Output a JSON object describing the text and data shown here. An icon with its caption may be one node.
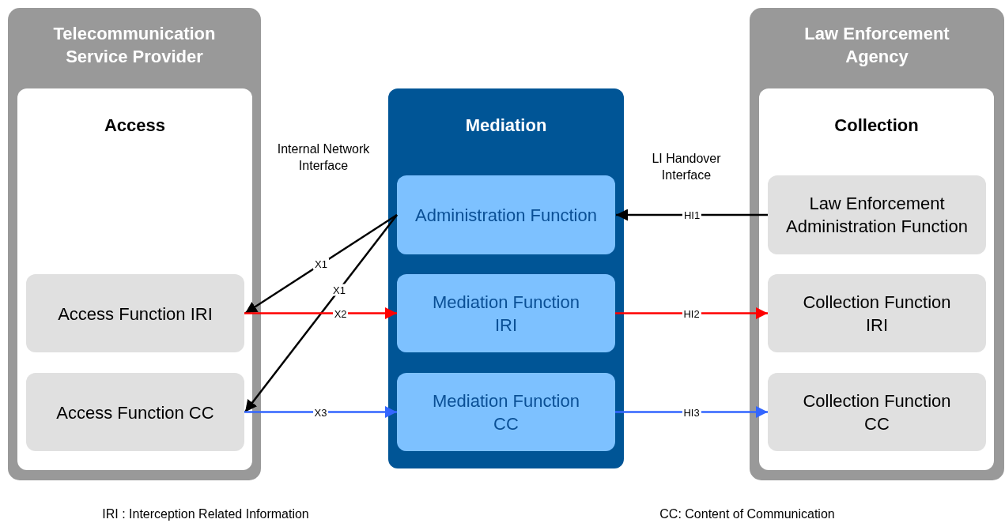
{
  "diagram": {
    "nodes": [
      {
        "text": [
          "Telecommunication Service Provider"
        ]
      },
      {
        "text": [
          "Access"
        ],
        "in": 0
      },
      {
        "text": [
          "Access Function IRI"
        ],
        "in": 1
      },
      {
        "text": [
          "Access Function CC"
        ],
        "in": 1
      },
      {
        "text": [
          "Mediation"
        ]
      },
      {
        "text": [
          "Administration Function"
        ],
        "in": 4
      },
      {
        "text": [
          "Mediation Function IRI"
        ],
        "in": 4
      },
      {
        "text": [
          "Mediation Function CC"
        ],
        "in": 4
      },
      {
        "text": [
          "Law Enforcement Agency"
        ]
      },
      {
        "text": [
          "Collection"
        ],
        "in": 8
      },
      {
        "text": [
          "Law Enforcement Administration Function"
        ],
        "in": 9
      },
      {
        "text": [
          "Collection Function IRI"
        ],
        "in": 9
      },
      {
        "text": [
          "Collection Function CC"
        ],
        "in": 9
      }
    ],
    "edges": [
      {
        "from": 5,
        "to": 2,
        "arrow": "to",
        "label": "X1"
      },
      {
        "from": 5,
        "to": 3,
        "arrow": "to",
        "label": "X1"
      },
      {
        "from": 2,
        "to": 6,
        "arrow": "to",
        "label": "X2",
        "color": "#ff0000"
      },
      {
        "from": 3,
        "to": 7,
        "arrow": "to",
        "label": "X3",
        "color": "#3366ff"
      },
      {
        "from": 10,
        "to": 5,
        "arrow": "to",
        "label": "HI1"
      },
      {
        "from": 6,
        "to": 11,
        "arrow": "to",
        "label": "HI2",
        "color": "#ff0000"
      },
      {
        "from": 7,
        "to": 12,
        "arrow": "to",
        "label": "HI3",
        "color": "#3366ff"
      }
    ],
    "labels": [
      "Internal Network Interface",
      "LI Handover Interface",
      "IRI : Interception Related Information",
      "CC: Content of Communication"
    ]
  }
}
